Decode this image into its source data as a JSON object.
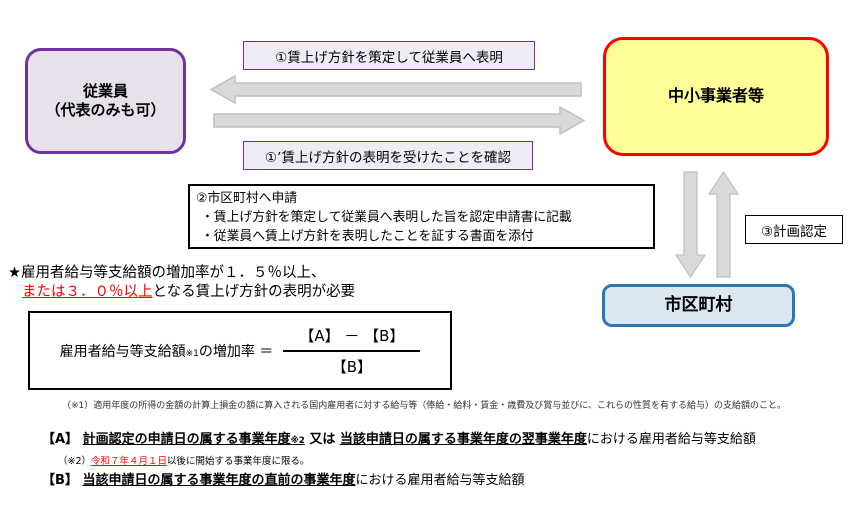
{
  "colors": {
    "employees_fill": "#E7E1EC",
    "employees_border": "#7030A0",
    "sme_fill": "#FFFF99",
    "sme_border": "#FF0000",
    "municipality_fill": "#DCE6F1",
    "municipality_border": "#2E75B6",
    "step_label_fill": "#F0ECF5",
    "step_label_border": "#7030A0",
    "arrow_fill": "#D9D9D9",
    "arrow_stroke": "#BFBFBF",
    "highlight_red": "#FF0000"
  },
  "entities": {
    "employees": {
      "line1": "従業員",
      "line2": "（代表のみも可）"
    },
    "sme": {
      "label": "中小事業者等"
    },
    "municipality": {
      "label": "市区町村"
    }
  },
  "steps": {
    "step1_label": "①賃上げ方針を策定して従業員へ表明",
    "step1_confirm_label": "①’賃上げ方針の表明を受けたことを確認",
    "step2": {
      "title": "②市区町村へ申請",
      "bullet1": "・賃上げ方針を策定して従業員へ表明した旨を認定申請書に記載",
      "bullet2": "・従業員へ賃上げ方針を表明したことを証する書面を添付"
    },
    "step3_label": "③計画認定"
  },
  "requirement": {
    "line1": "★雇用者給与等支給額の増加率が１．５％以上、",
    "line2_highlight": "または３．０％以上",
    "line2_rest": "となる賃上げ方針の表明が必要"
  },
  "formula": {
    "lhs_main": "雇用者給与等支給額",
    "lhs_footnote_mark": "※1",
    "lhs_tail": "の増加率 ＝",
    "numerator": "【A】 － 【B】",
    "denominator": "【B】"
  },
  "footnotes": {
    "note1": "（※1）適用年度の所得の金額の計算上損金の額に算入される国内雇用者に対する給与等（俸給・給料・賃金・歳費及び賞与並びに、これらの性質を有する給与）の支給額のこと。",
    "item_a": {
      "prefix": "【A】",
      "underline1": "計画認定の申請日の属する事業年度",
      "footnote_mark": "※2",
      "middle": " 又は ",
      "underline2": "当該申請日の属する事業年度の翌事業年度",
      "suffix": "における雇用者給与等支給額"
    },
    "note2": {
      "prefix": "（※2）",
      "highlight": "令和７年４月１日",
      "rest": "以後に開始する事業年度に限る。"
    },
    "item_b": {
      "prefix": "【B】",
      "underline1": "当該申請日の属する事業年度の直前の事業年度",
      "suffix": "における雇用者給与等支給額"
    }
  }
}
